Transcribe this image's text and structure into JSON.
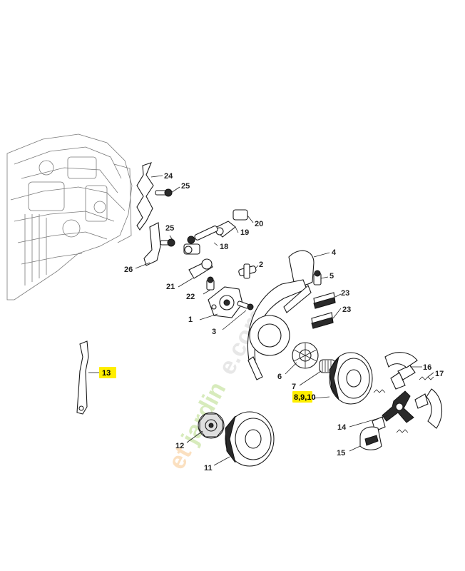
{
  "diagram": {
    "highlight_color": "#ffee00",
    "callouts": [
      {
        "id": "p24",
        "label": "24"
      },
      {
        "id": "p25a",
        "label": "25"
      },
      {
        "id": "p20",
        "label": "20"
      },
      {
        "id": "p19",
        "label": "19"
      },
      {
        "id": "p25b",
        "label": "25"
      },
      {
        "id": "p18",
        "label": "18"
      },
      {
        "id": "p26",
        "label": "26"
      },
      {
        "id": "p4",
        "label": "4"
      },
      {
        "id": "p2",
        "label": "2"
      },
      {
        "id": "p5",
        "label": "5"
      },
      {
        "id": "p21",
        "label": "21"
      },
      {
        "id": "p22",
        "label": "22"
      },
      {
        "id": "p23a",
        "label": "23"
      },
      {
        "id": "p1",
        "label": "1"
      },
      {
        "id": "p23b",
        "label": "23"
      },
      {
        "id": "p3",
        "label": "3"
      },
      {
        "id": "p13",
        "label": "13"
      },
      {
        "id": "p6",
        "label": "6"
      },
      {
        "id": "p16",
        "label": "16"
      },
      {
        "id": "p17",
        "label": "17"
      },
      {
        "id": "p7",
        "label": "7"
      },
      {
        "id": "p8910",
        "label": "8,9,10"
      },
      {
        "id": "p14",
        "label": "14"
      },
      {
        "id": "p12",
        "label": "12"
      },
      {
        "id": "p15",
        "label": "15"
      },
      {
        "id": "p11",
        "label": "11"
      }
    ]
  }
}
